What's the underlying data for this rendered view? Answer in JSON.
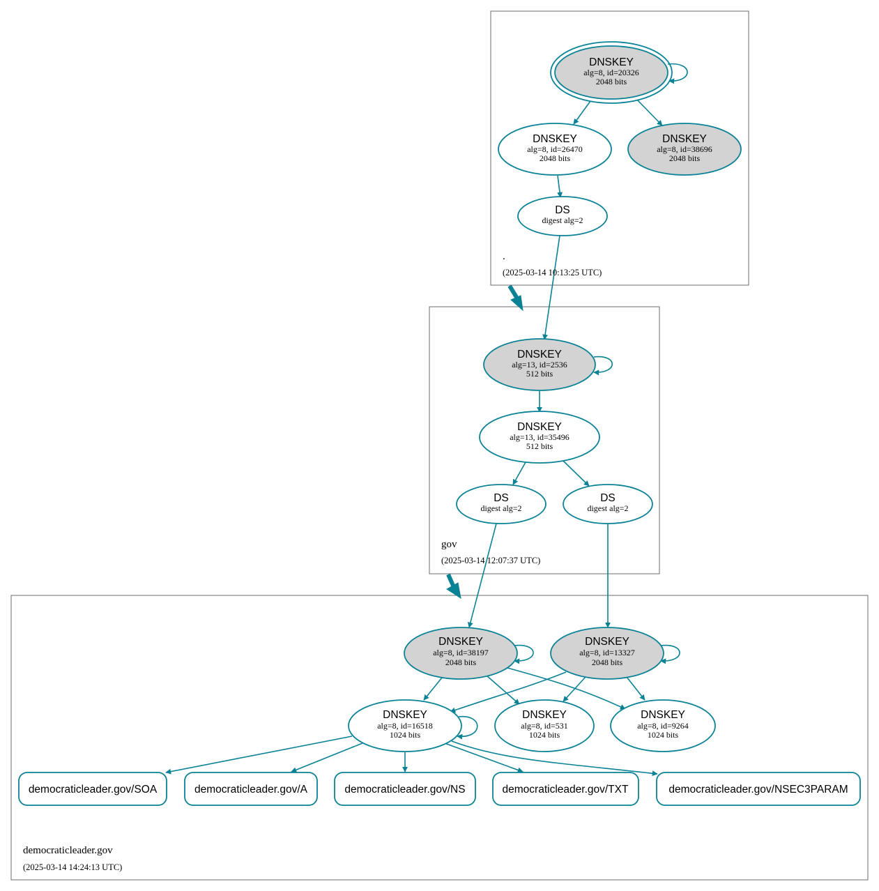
{
  "colors": {
    "edge": "#0a8296",
    "ksk_fill": "#d3d3d3",
    "zsk_fill": "#ffffff",
    "box": "#6b6b6b"
  },
  "zones": {
    "root": {
      "name": ".",
      "timestamp": "(2025-03-14 10:13:25 UTC)"
    },
    "gov": {
      "name": "gov",
      "timestamp": "(2025-03-14 12:07:37 UTC)"
    },
    "leader": {
      "name": "democraticleader.gov",
      "timestamp": "(2025-03-14 14:24:13 UTC)"
    }
  },
  "nodes": {
    "root_ksk": {
      "title": "DNSKEY",
      "line1": "alg=8, id=20326",
      "line2": "2048 bits"
    },
    "root_zsk1": {
      "title": "DNSKEY",
      "line1": "alg=8, id=26470",
      "line2": "2048 bits"
    },
    "root_zsk2": {
      "title": "DNSKEY",
      "line1": "alg=8, id=38696",
      "line2": "2048 bits"
    },
    "root_ds": {
      "title": "DS",
      "line1": "digest alg=2"
    },
    "gov_ksk": {
      "title": "DNSKEY",
      "line1": "alg=13, id=2536",
      "line2": "512 bits"
    },
    "gov_zsk": {
      "title": "DNSKEY",
      "line1": "alg=13, id=35496",
      "line2": "512 bits"
    },
    "gov_ds1": {
      "title": "DS",
      "line1": "digest alg=2"
    },
    "gov_ds2": {
      "title": "DS",
      "line1": "digest alg=2"
    },
    "dl_ksk1": {
      "title": "DNSKEY",
      "line1": "alg=8, id=38197",
      "line2": "2048 bits"
    },
    "dl_ksk2": {
      "title": "DNSKEY",
      "line1": "alg=8, id=13327",
      "line2": "2048 bits"
    },
    "dl_zsk1": {
      "title": "DNSKEY",
      "line1": "alg=8, id=16518",
      "line2": "1024 bits"
    },
    "dl_zsk2": {
      "title": "DNSKEY",
      "line1": "alg=8, id=531",
      "line2": "1024 bits"
    },
    "dl_zsk3": {
      "title": "DNSKEY",
      "line1": "alg=8, id=9264",
      "line2": "1024 bits"
    }
  },
  "rrsets": {
    "soa": "democraticleader.gov/SOA",
    "a": "democraticleader.gov/A",
    "ns": "democraticleader.gov/NS",
    "txt": "democraticleader.gov/TXT",
    "nsec3param": "democraticleader.gov/NSEC3PARAM"
  }
}
